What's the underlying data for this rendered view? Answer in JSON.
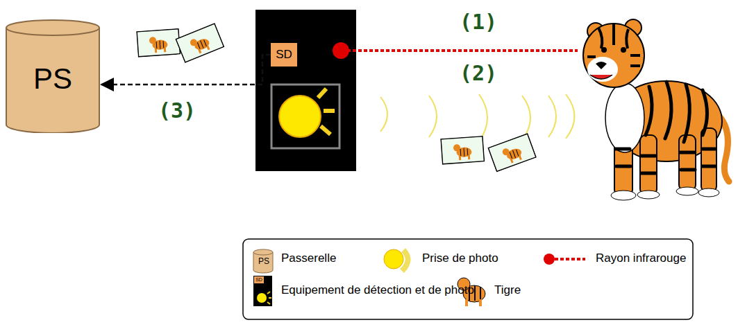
{
  "diagram": {
    "nodes": [
      {
        "text": [
          "PS"
        ]
      },
      {
        "text": [
          "SD"
        ]
      }
    ],
    "edges": [
      {
        "from": 1,
        "to": 0,
        "arrow": "to",
        "label": "(3)"
      }
    ],
    "labels": [
      "(1)",
      "(2)",
      "PS",
      "SD"
    ],
    "legend": [
      {
        "text": "Passerelle"
      },
      {
        "text": "Prise de photo"
      },
      {
        "text": "Rayon infrarouge"
      },
      {
        "text": "Equipement de détection et de photo"
      },
      {
        "text": "Tigre"
      }
    ]
  }
}
